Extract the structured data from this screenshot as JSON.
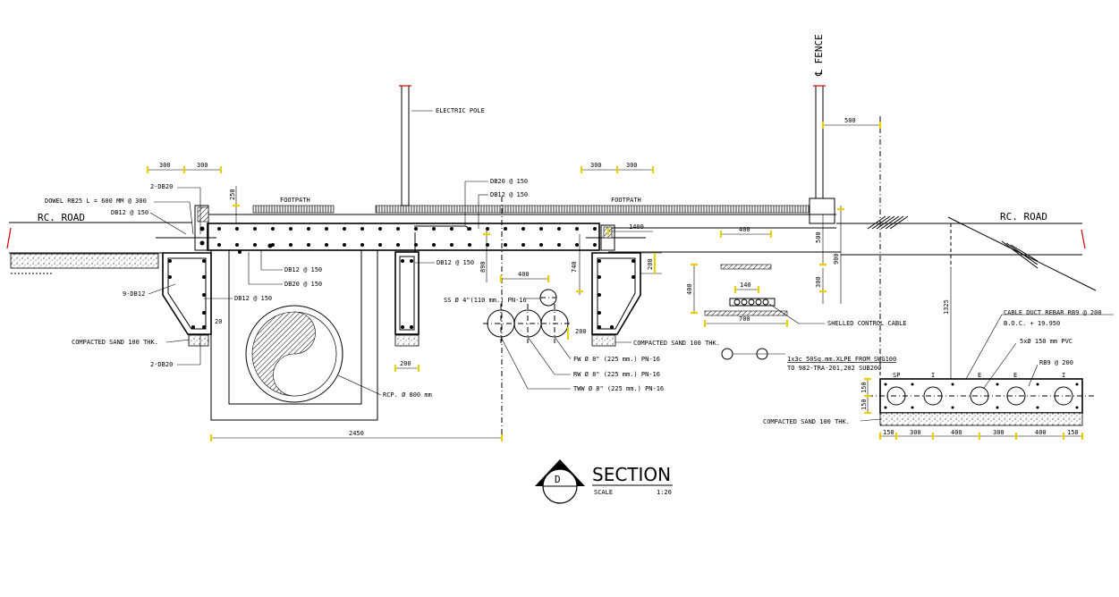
{
  "labels": {
    "rc_road_left": "RC. ROAD",
    "rc_road_right": "RC. ROAD",
    "fence": "℄ FENCE",
    "electric_pole": "ELECTRIC POLE",
    "footpath_left": "FOOTPATH",
    "footpath_right": "FOOTPATH",
    "dowel": "DOWEL RB25 L = 600 MM @ 300",
    "db12_150_left": "DB12 @ 150",
    "two_db20_top": "2-DB20",
    "two_db20_bottom": "2-DB20",
    "nine_db12": "9-DB12",
    "db20_150_top": "DB20 @ 150",
    "db12_150_top": "DB12 @ 150",
    "db12_150_mid": "DB12 @ 150",
    "db20_150_mid": "DB20 @ 150",
    "db12_150_lower": "DB12 @ 150",
    "db12_150_right": "DB12 @ 150",
    "compacted_sand_left": "COMPACTED SAND 100 THK.",
    "compacted_sand_mid": "COMPACTED SAND 100 THK.",
    "compacted_sand_right": "COMPACTED SAND 100 THK.",
    "rcp": "RCP. Ø 800 mm",
    "ss": "SS Ø 4\"(110 mm.) PN-16",
    "fw": "FW  Ø 8\" (225 mm.) PN-16",
    "rw": "RW  Ø 8\" (225 mm.) PN-16",
    "tww": "TWW Ø 8\" (225 mm.) PN-16",
    "shelled_cable": "SHELLED CONTROL CABLE",
    "xlpe_1": "1x3c 50Sq.mm.XLPE FROM SWG100",
    "xlpe_2": "TO 982-TRA-201,202 SUB200",
    "cable_duct": "CABLE DUCT REBAR RB9 @ 200",
    "boc": "B.O.C. + 19.950",
    "pvc": "5xØ 150 mm PVC",
    "rb9": "RB9 @ 200",
    "duct_sp": "SP",
    "duct_i1": "I",
    "duct_e1": "E",
    "duct_e2": "E",
    "duct_i2": "I"
  },
  "dimensions": {
    "d300a": "300",
    "d300b": "300",
    "d300c": "300",
    "d300d": "300",
    "d250": "250",
    "d20": "20",
    "d2450": "2450",
    "d200a": "200",
    "d400a": "400",
    "d890": "890",
    "d740": "740",
    "d200b": "200",
    "d200c": "200",
    "d1400": "1400",
    "d400b": "400",
    "d140": "140",
    "d700": "700",
    "d400c": "400",
    "d500a": "500",
    "d500b": "500",
    "d900": "900",
    "d300e": "300",
    "d1325": "1325",
    "d150a": "150",
    "d150b": "150",
    "c150a": "150",
    "c300a": "300",
    "c400a": "400",
    "c300b": "300",
    "c400b": "400",
    "c150b": "150"
  },
  "section": {
    "marker": "D",
    "title": "SECTION",
    "scale_label": "SCALE",
    "scale_value": "1:20"
  },
  "colors": {
    "dimension_tick": "#e6d200",
    "break_line": "#d60000",
    "line": "#000000"
  }
}
